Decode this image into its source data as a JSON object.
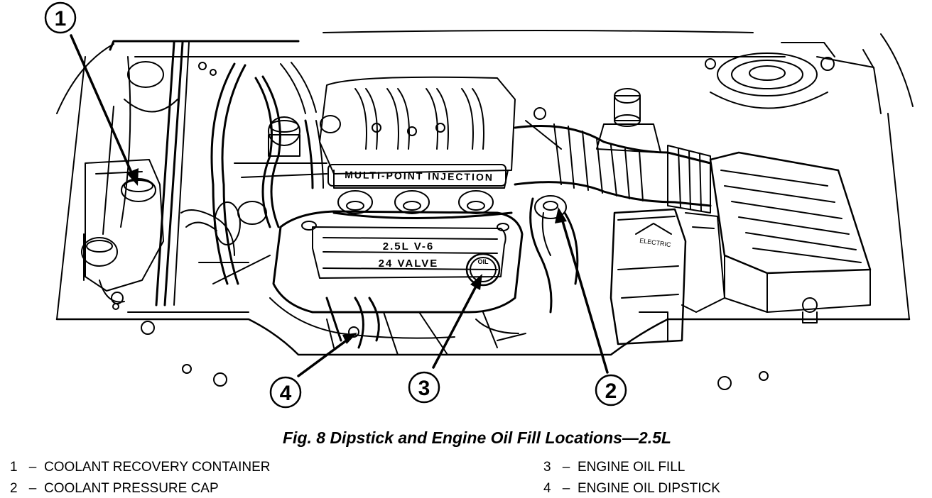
{
  "figure": {
    "caption": "Fig. 8 Dipstick and Engine Oil Fill Locations—2.5L",
    "engine_labels": {
      "intake": "MULTI-POINT INJECTION",
      "displacement": "2.5L V-6",
      "valves": "24 VALVE",
      "oil_cap": "OIL",
      "battery": "ELECTRIC"
    },
    "callouts": [
      {
        "id": 1,
        "label": "1"
      },
      {
        "id": 2,
        "label": "2"
      },
      {
        "id": 3,
        "label": "3"
      },
      {
        "id": 4,
        "label": "4"
      }
    ]
  },
  "legend": [
    {
      "num": "1",
      "dash": "–",
      "text": "COOLANT RECOVERY CONTAINER"
    },
    {
      "num": "2",
      "dash": "–",
      "text": "COOLANT PRESSURE CAP"
    },
    {
      "num": "3",
      "dash": "–",
      "text": "ENGINE OIL FILL"
    },
    {
      "num": "4",
      "dash": "–",
      "text": "ENGINE OIL DIPSTICK"
    }
  ],
  "colors": {
    "ink": "#000000",
    "paper": "#ffffff"
  }
}
